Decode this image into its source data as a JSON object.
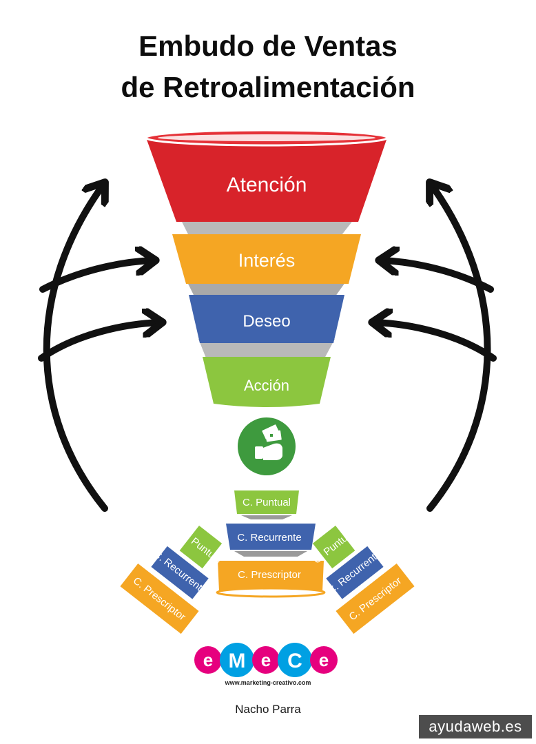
{
  "title": {
    "line1": "Embudo de Ventas",
    "line2": "de Retroalimentación"
  },
  "funnel": {
    "stages": [
      {
        "label": "Atención",
        "color": "#d8232a"
      },
      {
        "label": "Interés",
        "color": "#f5a623"
      },
      {
        "label": "Deseo",
        "color": "#3f63ad"
      },
      {
        "label": "Acción",
        "color": "#8cc63f"
      }
    ]
  },
  "client_funnels": {
    "center": [
      "C. Puntual",
      "C. Recurrente",
      "C. Prescriptor"
    ],
    "left": [
      "C. Puntual",
      "C. Recurrente",
      "C. Prescriptor"
    ],
    "right": [
      "C. Puntual",
      "C. Recurrente",
      "C. Prescriptor"
    ],
    "colors": {
      "puntual": "#8cc63f",
      "recurrente": "#3f63ad",
      "prescriptor": "#f5a623"
    }
  },
  "center_icon": {
    "name": "money-hand-icon",
    "color": "#3e9a3e"
  },
  "feedback_arrows": {
    "count_per_side": 3,
    "color": "#111111"
  },
  "logo": {
    "letters": [
      "e",
      "M",
      "e",
      "C",
      "e"
    ],
    "colors": [
      "#e6007e",
      "#00a0e3",
      "#e6007e",
      "#00a0e3",
      "#e6007e"
    ],
    "url": "www.marketing-creativo.com"
  },
  "author": "Nacho Parra",
  "watermark": "ayudaweb.es"
}
